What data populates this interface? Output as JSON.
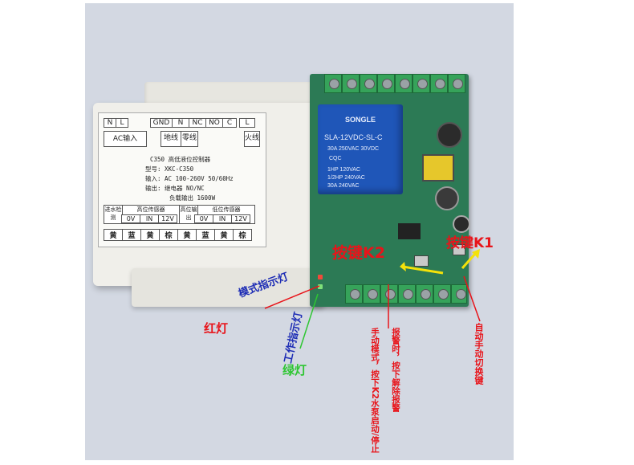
{
  "label": {
    "top_headers": [
      "N",
      "L",
      "GND",
      "N",
      "NC",
      "NO",
      "C",
      "L"
    ],
    "top_row2": [
      "AC输入",
      "地线",
      "零线",
      "火线"
    ],
    "model_line": "C350 高低液位控制器",
    "type_line": "型号: XKC-C350",
    "input_line": "输入: AC 100-260V 50/60Hz",
    "output_line": "输出: 继电器 NO/NC",
    "load_line": "负载输出 1600W",
    "bottom_headers": [
      "进水检测",
      "高位传感器",
      "高位输出",
      "低位传感器"
    ],
    "bottom_pins": [
      "0V",
      "IN",
      "12V",
      "0V",
      "IN",
      "12V"
    ],
    "bottom_colors": [
      "黄",
      "蓝",
      "黄",
      "棕",
      "黄",
      "蓝",
      "黄",
      "棕"
    ]
  },
  "relay": {
    "brand": "SONGLE",
    "model": "SLA-12VDC-SL-C",
    "rating1": "30A 250VAC 30VDC",
    "cqc": "CQC",
    "rating2": "1HP 120VAC",
    "rating3": "1/2HP 240VAC",
    "rating4": "30A 240VAC"
  },
  "annotations": {
    "key_k2": "按键K2",
    "key_k1": "按键K1",
    "mode_led": "模式指示灯",
    "red_led": "红灯",
    "work_led": "工作指示灯",
    "green_led": "绿灯",
    "k2_manual": "手动模式，按下K2水泵启动/停止",
    "k2_alarm": "报警时，按下解除报警",
    "k1_switch": "自动手动切换键"
  },
  "colors": {
    "red": "#e8141a",
    "blue": "#1e2db5",
    "green": "#2ec632",
    "yellow": "#f4e20a",
    "pcb": "#2c7a55"
  }
}
